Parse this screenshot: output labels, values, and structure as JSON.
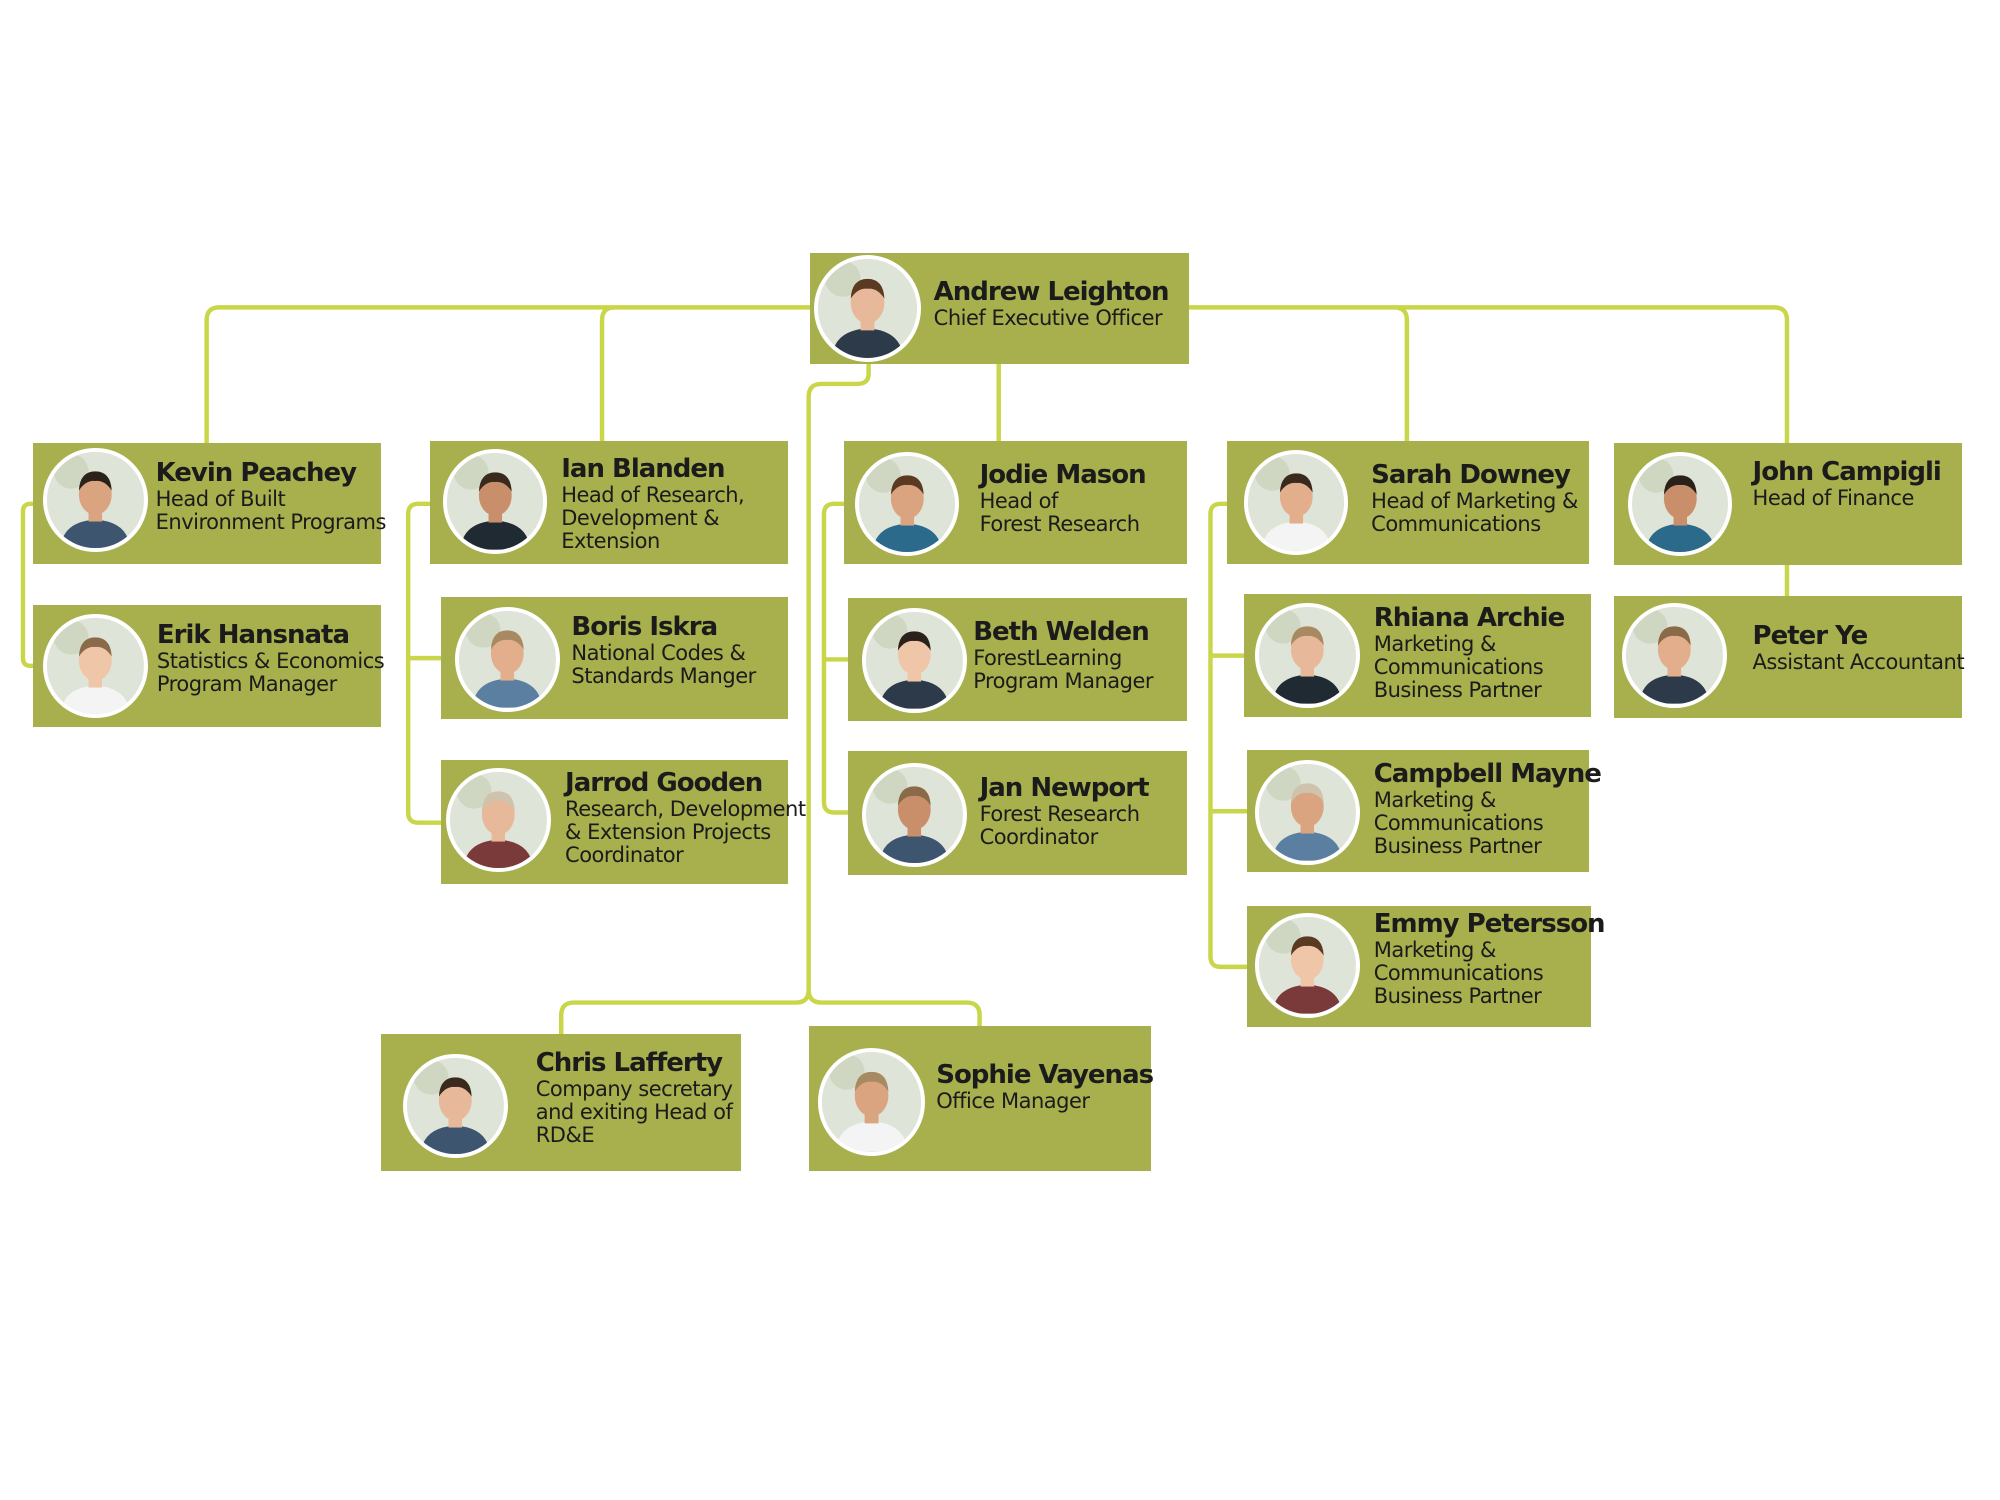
{
  "colors": {
    "card": "#a7b04c",
    "connector": "#c9d64a",
    "text": "#1b1b1b"
  },
  "people": {
    "ceo": {
      "name": "Andrew Leighton",
      "role": "Chief Executive Officer"
    },
    "kevin": {
      "name": "Kevin Peachey",
      "role": "Head of Built\nEnvironment Programs"
    },
    "erik": {
      "name": "Erik Hansnata",
      "role": "Statistics & Economics\nProgram Manager"
    },
    "ian": {
      "name": "Ian Blanden",
      "role": "Head of Research,\nDevelopment &\nExtension"
    },
    "boris": {
      "name": "Boris Iskra",
      "role": "National Codes &\nStandards Manger"
    },
    "jarrod": {
      "name": "Jarrod Gooden",
      "role": "Research, Development\n& Extension Projects\nCoordinator"
    },
    "jodie": {
      "name": "Jodie Mason",
      "role": "Head of\nForest Research"
    },
    "beth": {
      "name": "Beth Welden",
      "role": "ForestLearning\nProgram Manager"
    },
    "jan": {
      "name": "Jan Newport",
      "role": "Forest Research\nCoordinator"
    },
    "sarah": {
      "name": "Sarah Downey",
      "role": "Head of Marketing &\nCommunications"
    },
    "rhiana": {
      "name": "Rhiana Archie",
      "role": "Marketing &\nCommunications\nBusiness Partner"
    },
    "campbell": {
      "name": "Campbell Mayne",
      "role": "Marketing &\nCommunications\nBusiness Partner"
    },
    "emmy": {
      "name": "Emmy Petersson",
      "role": "Marketing &\nCommunications\nBusiness Partner"
    },
    "john": {
      "name": "John Campigli",
      "role": "Head of Finance"
    },
    "peter": {
      "name": "Peter Ye",
      "role": "Assistant Accountant"
    },
    "chris": {
      "name": "Chris Lafferty",
      "role": "Company secretary\nand exiting Head of\nRD&E"
    },
    "sophie": {
      "name": "Sophie Vayenas",
      "role": "Office Manager"
    }
  }
}
